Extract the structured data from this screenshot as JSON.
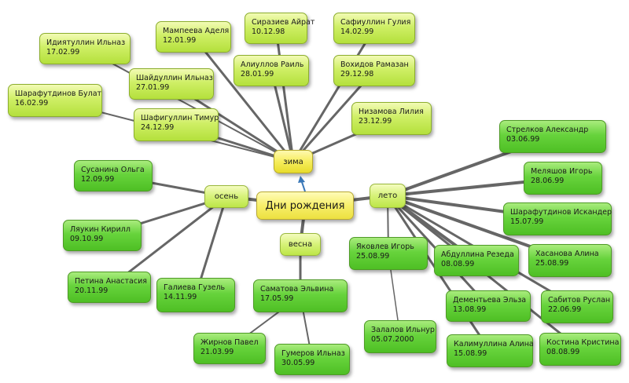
{
  "center": {
    "label": "Дни рождения"
  },
  "seasons": {
    "winter": "зима",
    "autumn": "осень",
    "spring": "весна",
    "summer": "лето"
  },
  "people": {
    "mampeeva": {
      "name": "Мампеева Аделя",
      "date": "12.01.99"
    },
    "siraziev": {
      "name": "Сиразиев Айрат",
      "date": "10.12.98"
    },
    "safiullin_g": {
      "name": "Сафиуллин Гулия",
      "date": "14.02.99"
    },
    "idiatullin": {
      "name": "Идиятуллин Ильназ",
      "date": "17.02.99"
    },
    "aliullov": {
      "name": "Алиуллов Раиль",
      "date": "28.01.99"
    },
    "vokhidov": {
      "name": "Вохидов Рамазан",
      "date": "29.12.98"
    },
    "shaydullin": {
      "name": "Шайдуллин Ильназ",
      "date": "27.01.99"
    },
    "sharafutdinov_b": {
      "name": "Шарафутдинов Булат",
      "date": "16.02.99"
    },
    "shafigullin": {
      "name": "Шафигуллин Тимур",
      "date": "24.12.99"
    },
    "nizamova": {
      "name": "Низамова Лилия",
      "date": "23.12.99"
    },
    "susanina": {
      "name": "Сусанина Ольга",
      "date": "12.09.99"
    },
    "lyaukin": {
      "name": "Ляукин Кирилл",
      "date": "09.10.99"
    },
    "petina": {
      "name": "Петина Анастасия",
      "date": "20.11.99"
    },
    "galieva": {
      "name": "Галиева Гузель",
      "date": "14.11.99"
    },
    "samatova": {
      "name": "Саматова Эльвина",
      "date": "17.05.99"
    },
    "zhirnov": {
      "name": "Жирнов Павел",
      "date": "21.03.99"
    },
    "gumerov": {
      "name": "Гумеров Ильназ",
      "date": "30.05.99"
    },
    "strelkov": {
      "name": "Стрелков Александр",
      "date": "03.06.99"
    },
    "melyashov": {
      "name": "Меляшов Игорь",
      "date": "28.06.99"
    },
    "sharafutdinov_i": {
      "name": "Шарафутдинов Искандер",
      "date": "15.07.99"
    },
    "khasanova": {
      "name": "Хасанова Алина",
      "date": "25.08.99"
    },
    "yakovlev": {
      "name": "Яковлев Игорь",
      "date": "25.08.99"
    },
    "abdullina": {
      "name": "Абдуллина Резеда",
      "date": "08.08.99"
    },
    "dementyeva": {
      "name": "Дементьева Эльза",
      "date": "13.08.99"
    },
    "sabitov": {
      "name": "Сабитов Руслан",
      "date": "22.06.99"
    },
    "zalalov": {
      "name": "Залалов Ильнур",
      "date": "05.07.2000"
    },
    "kalimullina": {
      "name": "Калимуллина Алина",
      "date": "15.08.99"
    },
    "kostina": {
      "name": "Костина Кристина",
      "date": "08.08.99"
    }
  },
  "colors": {
    "connector": "#666666",
    "arrow": "#3a78b8"
  }
}
